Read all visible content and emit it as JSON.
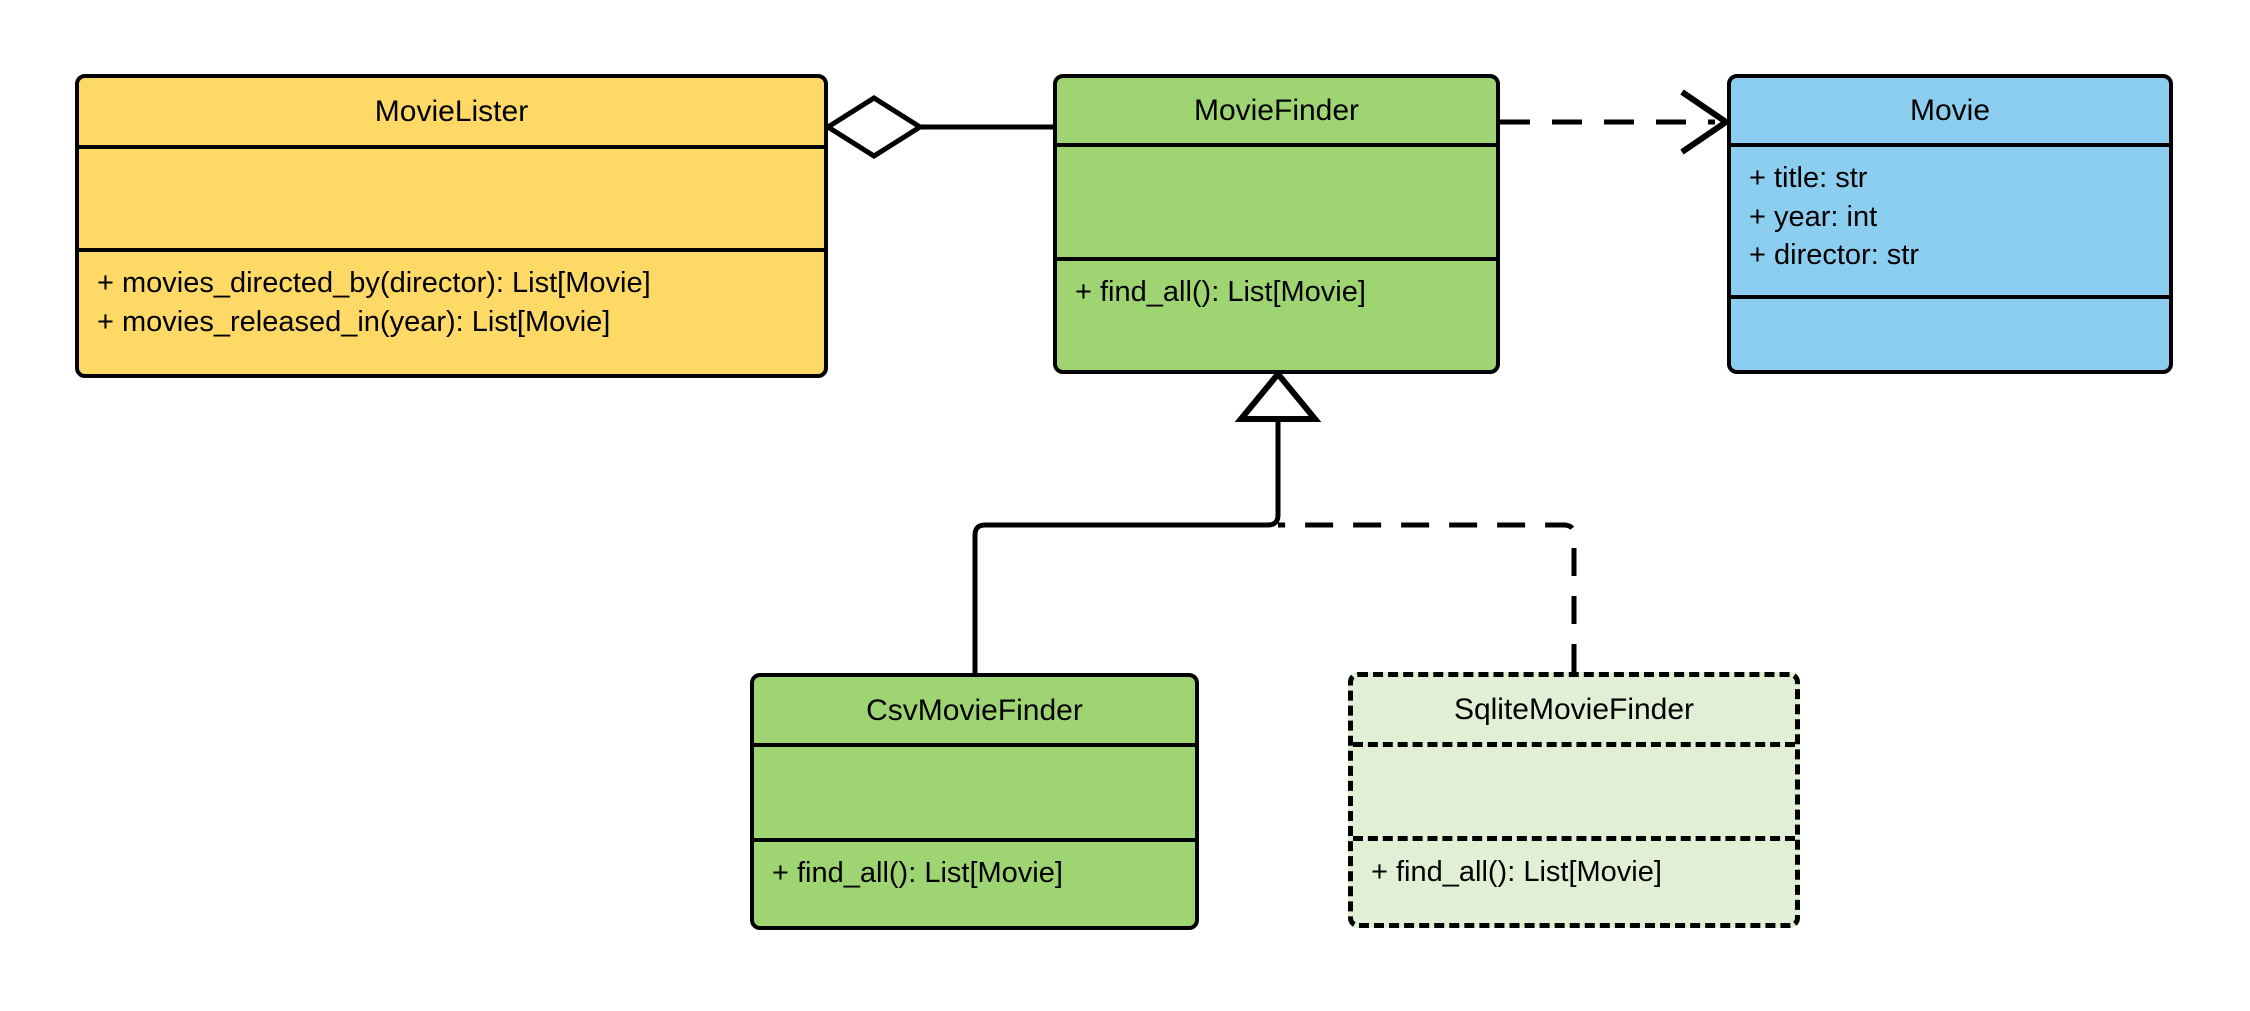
{
  "diagram": {
    "type": "uml-class-diagram",
    "background": "#ffffff",
    "classes": [
      {
        "id": "MovieLister",
        "name": "MovieLister",
        "fill": "#FFD966",
        "stroke": "#000000",
        "style": "solid",
        "attributes": [],
        "operations": [
          "+ movies_directed_by(director): List[Movie]",
          "+ movies_released_in(year): List[Movie]"
        ]
      },
      {
        "id": "MovieFinder",
        "name": "MovieFinder",
        "fill": "#9FD472",
        "stroke": "#000000",
        "style": "solid",
        "attributes": [],
        "operations": [
          "+ find_all(): List[Movie]"
        ]
      },
      {
        "id": "Movie",
        "name": "Movie",
        "fill": "#8CCEF0",
        "stroke": "#000000",
        "style": "solid",
        "attributes": [
          "+ title: str",
          "+ year: int",
          "+ director: str"
        ],
        "operations": []
      },
      {
        "id": "CsvMovieFinder",
        "name": "CsvMovieFinder",
        "fill": "#9FD472",
        "stroke": "#000000",
        "style": "solid",
        "attributes": [],
        "operations": [
          "+ find_all(): List[Movie]"
        ]
      },
      {
        "id": "SqliteMovieFinder",
        "name": "SqliteMovieFinder",
        "fill": "#E1F0D5",
        "stroke": "#000000",
        "style": "dashed",
        "attributes": [],
        "operations": [
          "+ find_all(): List[Movie]"
        ]
      }
    ],
    "relationships": [
      {
        "id": "rel-aggregation",
        "kind": "aggregation",
        "source": "MovieLister",
        "target": "MovieFinder",
        "line": "solid",
        "source_marker": "hollow-diamond",
        "target_marker": "none"
      },
      {
        "id": "rel-dependency",
        "kind": "dependency",
        "source": "MovieFinder",
        "target": "Movie",
        "line": "dashed",
        "source_marker": "none",
        "target_marker": "open-arrow"
      },
      {
        "id": "rel-inherit-csv",
        "kind": "generalization",
        "source": "CsvMovieFinder",
        "target": "MovieFinder",
        "line": "solid",
        "source_marker": "none",
        "target_marker": "hollow-triangle"
      },
      {
        "id": "rel-inherit-sqlite",
        "kind": "generalization",
        "source": "SqliteMovieFinder",
        "target": "MovieFinder",
        "line": "dashed",
        "source_marker": "none",
        "target_marker": "hollow-triangle"
      }
    ]
  }
}
